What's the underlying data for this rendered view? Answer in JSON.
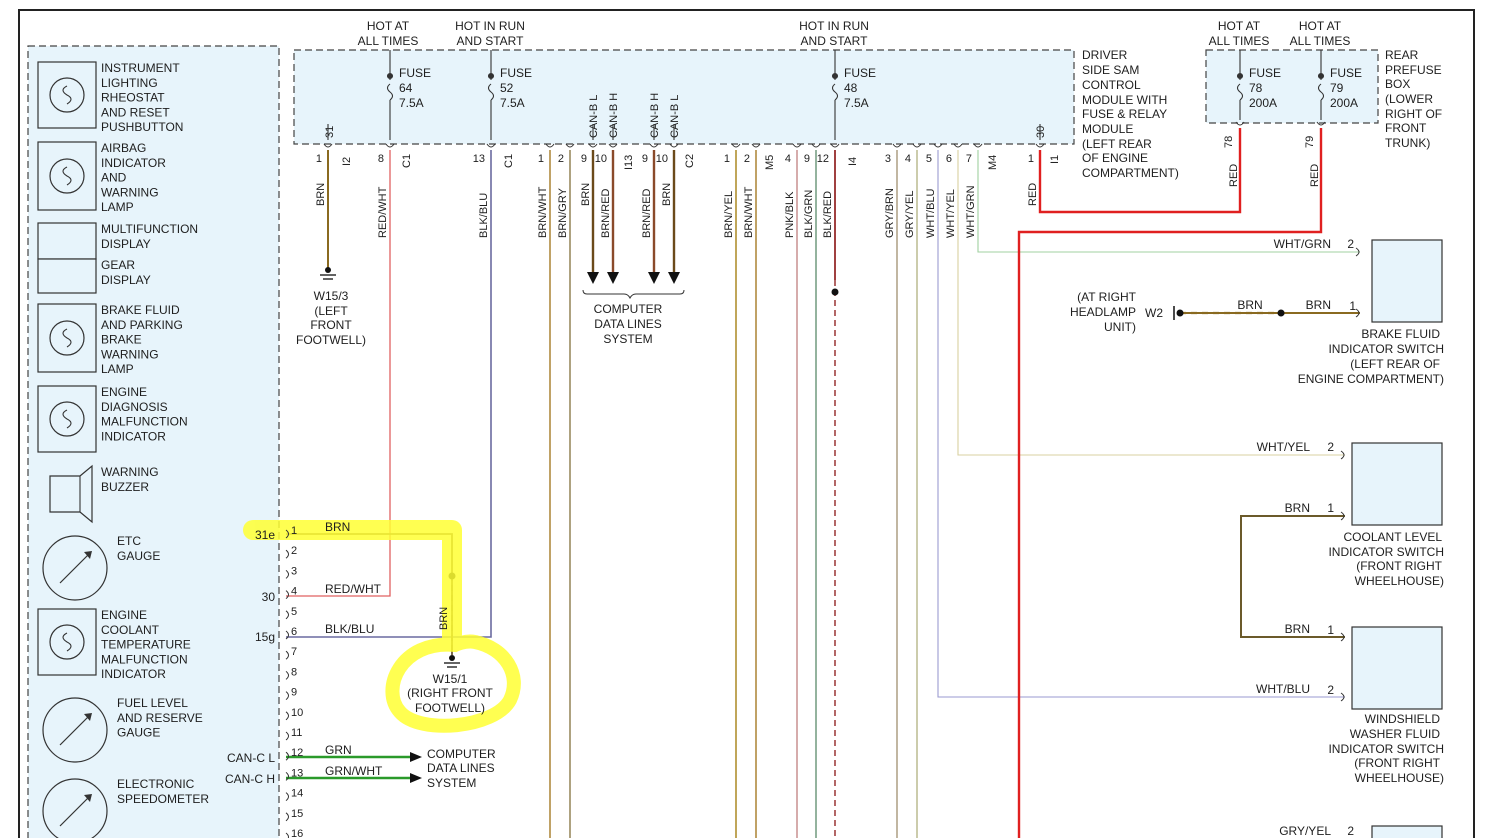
{
  "headers": {
    "h1": [
      "HOT AT",
      "ALL TIMES"
    ],
    "h2": [
      "HOT IN RUN",
      "AND START"
    ],
    "h3": [
      "HOT IN RUN",
      "AND START"
    ],
    "h4": [
      "HOT AT",
      "ALL TIMES"
    ],
    "h5": [
      "HOT AT",
      "ALL TIMES"
    ]
  },
  "sam_label": [
    "DRIVER",
    "SIDE SAM",
    "CONTROL",
    "MODULE WITH",
    "FUSE & RELAY",
    "MODULE",
    "(LEFT REAR",
    "OF ENGINE",
    "COMPARTMENT)"
  ],
  "rear_box_label": [
    "REAR",
    "PREFUSE",
    "BOX",
    "(LOWER",
    "RIGHT OF",
    "FRONT",
    "TRUNK)"
  ],
  "fuses": [
    {
      "id": "f64",
      "lines": [
        "FUSE",
        "64",
        "7.5A"
      ]
    },
    {
      "id": "f52",
      "lines": [
        "FUSE",
        "52",
        "7.5A"
      ]
    },
    {
      "id": "f48",
      "lines": [
        "FUSE",
        "48",
        "7.5A"
      ]
    },
    {
      "id": "f78",
      "lines": [
        "FUSE",
        "78",
        "200A"
      ]
    },
    {
      "id": "f79",
      "lines": [
        "FUSE",
        "79",
        "200A"
      ]
    }
  ],
  "sam_internal_labels": [
    "31",
    "CAN-B L",
    "CAN-B H",
    "CAN-B H",
    "CAN-B L",
    "30"
  ],
  "cluster_items": [
    {
      "icon": "indicator-lamp-icon",
      "lines": [
        "INSTRUMENT",
        "LIGHTING",
        "RHEOSTAT",
        "AND RESET",
        "PUSHBUTTON"
      ]
    },
    {
      "icon": "indicator-lamp-icon",
      "lines": [
        "AIRBAG",
        "INDICATOR",
        "AND",
        "WARNING",
        "LAMP"
      ]
    },
    {
      "icon": "display-icon",
      "lines": [
        "MULTIFUNCTION",
        "DISPLAY"
      ]
    },
    {
      "icon": "display-icon",
      "lines": [
        "GEAR",
        "DISPLAY"
      ]
    },
    {
      "icon": "indicator-lamp-icon",
      "lines": [
        "BRAKE FLUID",
        "AND PARKING",
        "BRAKE",
        "WARNING",
        "LAMP"
      ]
    },
    {
      "icon": "indicator-lamp-icon",
      "lines": [
        "ENGINE",
        "DIAGNOSIS",
        "MALFUNCTION",
        "INDICATOR"
      ]
    },
    {
      "icon": "buzzer-icon",
      "lines": [
        "WARNING",
        "BUZZER"
      ]
    },
    {
      "icon": "gauge-icon",
      "lines": [
        "ETC",
        "GAUGE"
      ]
    },
    {
      "icon": "indicator-lamp-icon",
      "lines": [
        "ENGINE",
        "COOLANT",
        "TEMPERATURE",
        "MALFUNCTION",
        "INDICATOR"
      ]
    },
    {
      "icon": "gauge-icon",
      "lines": [
        "FUEL LEVEL",
        "AND RESERVE",
        "GAUGE"
      ]
    },
    {
      "icon": "gauge-icon",
      "lines": [
        "ELECTRONIC",
        "SPEEDOMETER"
      ]
    }
  ],
  "cluster_pins": [
    "1",
    "2",
    "3",
    "4",
    "5",
    "6",
    "7",
    "8",
    "9",
    "10",
    "11",
    "12",
    "13",
    "14",
    "15",
    "16"
  ],
  "cluster_signals": [
    "31e",
    "30",
    "15g",
    "CAN-C L",
    "CAN-C H"
  ],
  "cluster_wires": [
    "BRN",
    "RED/WHT",
    "BLK/BLU",
    "GRN",
    "GRN/WHT"
  ],
  "connectors": [
    "I2",
    "C1",
    "C1",
    "I13",
    "C2",
    "M5",
    "I4",
    "M4",
    "I1"
  ],
  "pins": [
    {
      "num": "1",
      "color": "BRN",
      "hex": "#8a6a20"
    },
    {
      "num": "8",
      "color": "RED/WHT",
      "hex": "#e06060"
    },
    {
      "num": "13",
      "color": "BLK/BLU",
      "hex": "#6a6aa0"
    },
    {
      "num": "1",
      "color": "BRN/WHT",
      "hex": "#b08a40"
    },
    {
      "num": "2",
      "color": "BRN/GRY",
      "hex": "#9a8a60"
    },
    {
      "num": "9",
      "color": "BRN",
      "hex": "#6b4a1a"
    },
    {
      "num": "10",
      "color": "BRN/RED",
      "hex": "#8a4a2a"
    },
    {
      "num": "9",
      "color": "BRN/RED",
      "hex": "#8a4a2a"
    },
    {
      "num": "10",
      "color": "BRN",
      "hex": "#6b4a1a"
    },
    {
      "num": "1",
      "color": "BRN/YEL",
      "hex": "#b09030"
    },
    {
      "num": "2",
      "color": "BRN/WHT",
      "hex": "#b08a40"
    },
    {
      "num": "4",
      "color": "PNK/BLK",
      "hex": "#c08080"
    },
    {
      "num": "9",
      "color": "BLK/GRN",
      "hex": "#5a8a6a"
    },
    {
      "num": "12",
      "color": "BLK/RED",
      "hex": "#a04040"
    },
    {
      "num": "3",
      "color": "GRY/BRN",
      "hex": "#a09070"
    },
    {
      "num": "4",
      "color": "GRY/YEL",
      "hex": "#b0b080"
    },
    {
      "num": "5",
      "color": "WHT/BLU",
      "hex": "#9a9ad0"
    },
    {
      "num": "6",
      "color": "WHT/YEL",
      "hex": "#d8d0a0"
    },
    {
      "num": "7",
      "color": "WHT/GRN",
      "hex": "#a0d0a0"
    },
    {
      "num": "1",
      "color": "RED",
      "hex": "#e02020"
    }
  ],
  "rear_pins": [
    {
      "num": "78",
      "color": "RED"
    },
    {
      "num": "79",
      "color": "RED"
    }
  ],
  "grounds": {
    "w15_3": [
      "W15/3",
      "(LEFT",
      "FRONT",
      "FOOTWELL)"
    ],
    "w15_1": [
      "W15/1",
      "(RIGHT FRONT",
      "FOOTWELL)"
    ],
    "w2": "W2",
    "w2_location": [
      "(AT RIGHT",
      "HEADLAMP",
      "UNIT)"
    ]
  },
  "data_lines_sam": [
    "COMPUTER",
    "DATA LINES",
    "SYSTEM"
  ],
  "data_lines_cluster": [
    "COMPUTER",
    "DATA LINES",
    "SYSTEM"
  ],
  "switches": [
    {
      "id": "brake",
      "wire_top": "WHT/GRN",
      "pin_top": "2",
      "wire_mid": "BRN",
      "wire_mid2": "BRN",
      "pin_bottom": "1",
      "label": [
        "BRAKE FLUID",
        "INDICATOR SWITCH",
        "(LEFT REAR OF",
        "ENGINE COMPARTMENT)"
      ]
    },
    {
      "id": "coolant",
      "wire_top": "WHT/YEL",
      "pin_top": "2",
      "wire_bottom": "BRN",
      "pin_bottom": "1",
      "label": [
        "COOLANT LEVEL",
        "INDICATOR SWITCH",
        "(FRONT RIGHT",
        "WHEELHOUSE)"
      ]
    },
    {
      "id": "washer",
      "wire_top": "BRN",
      "pin_top": "1",
      "wire_bottom": "WHT/BLU",
      "pin_bottom": "2",
      "label": [
        "WINDSHIELD",
        "WASHER FLUID",
        "INDICATOR SWITCH",
        "(FRONT RIGHT",
        "WHEELHOUSE)"
      ]
    },
    {
      "id": "bottom",
      "wire_top": "GRY/YEL",
      "pin_top": "2"
    }
  ],
  "highlight_color": "#ffff33",
  "highlight_wire": "BRN"
}
